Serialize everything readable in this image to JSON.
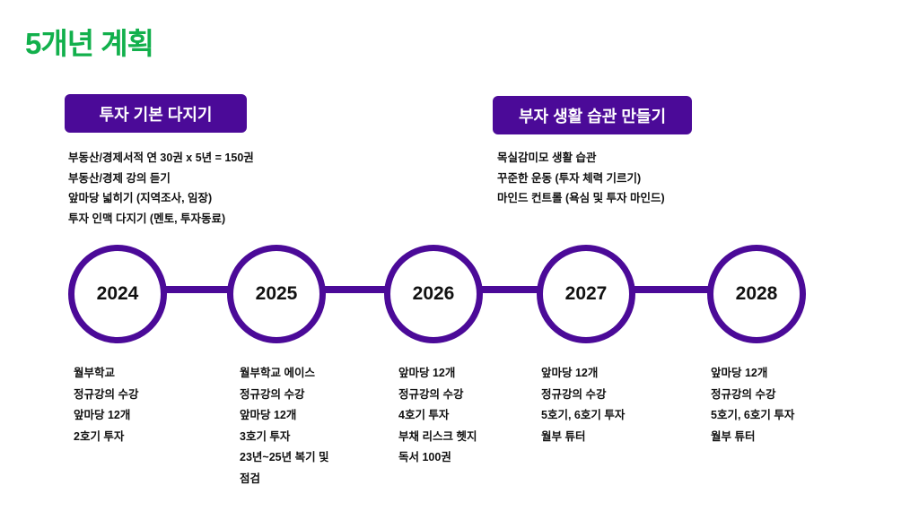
{
  "title": "5개년 계획",
  "colors": {
    "title": "#12b04c",
    "accent": "#4b0a98"
  },
  "goals": [
    {
      "label": "투자 기본 다지기",
      "items": [
        "부동산/경제서적 연 30권 x 5년 = 150권",
        "부동산/경제 강의 듣기",
        "앞마당 넓히기 (지역조사, 임장)",
        "투자 인맥 다지기 (멘토, 투자동료)"
      ]
    },
    {
      "label": "부자 생활 습관 만들기",
      "items": [
        "목실감미모 생활 습관",
        "꾸준한 운동 (투자 체력 기르기)",
        "마인드 컨트롤 (욕심 및 투자 마인드)"
      ]
    }
  ],
  "years": [
    {
      "year": "2024",
      "items": [
        "월부학교",
        "정규강의 수강",
        "앞마당 12개",
        "2호기 투자"
      ]
    },
    {
      "year": "2025",
      "items": [
        "월부학교 에이스",
        "정규강의 수강",
        "앞마당 12개",
        "3호기 투자",
        "23년~25년 복기 및",
        "점검"
      ]
    },
    {
      "year": "2026",
      "items": [
        "앞마당 12개",
        "정규강의 수강",
        "4호기 투자",
        "부채 리스크 헷지",
        "독서 100권"
      ]
    },
    {
      "year": "2027",
      "items": [
        "앞마당 12개",
        "정규강의 수강",
        "5호기, 6호기 투자",
        "월부 튜터"
      ]
    },
    {
      "year": "2028",
      "items": [
        "앞마당 12개",
        "정규강의 수강",
        "5호기, 6호기 투자",
        "월부 튜터"
      ]
    }
  ]
}
